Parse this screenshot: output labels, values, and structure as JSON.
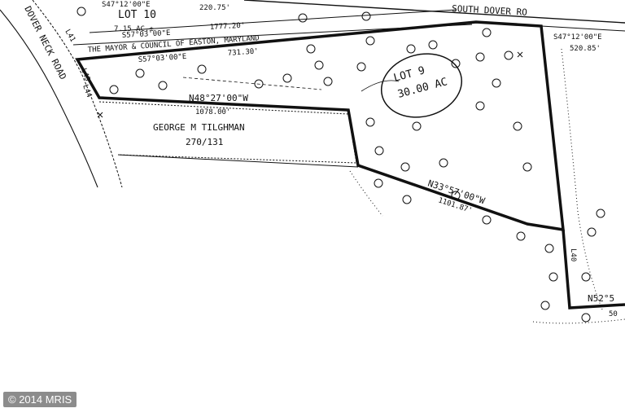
{
  "labels": {
    "road_south_dover": "SOUTH DOVER RO",
    "road_dover_neck": "DOVER NECK ROAD",
    "lot10_name": "LOT 10",
    "lot10_area": "7.15 AC.±",
    "lot9_name": "LOT 9",
    "lot9_area": "30.00 AC",
    "owner_tilghman": "GEORGE M TILGHMAN",
    "owner_tilghman_ref": "270/131",
    "owner_mayor": "THE MAYOR & COUNCIL OF EASTON, MARYLAND",
    "bearing_top_left": "S47°12'00\"E",
    "bearing_top_left_dist": "220.75'",
    "bearing_top_dist2": "1777.20'",
    "bearing_s57_a": "S57°03'00\"E",
    "bearing_s57_b": "S57°03'00\"E",
    "bearing_s57_dist": "731.30'",
    "bearing_n48": "N48°27'00\"W",
    "bearing_n48_dist": "1078.00'",
    "bearing_n33": "N33°57'00\"W",
    "bearing_n33_dist": "1101.87'",
    "bearing_right_top": "S47°12'00\"E",
    "bearing_right_dist": "520.85'",
    "bearing_bottom_right": "N52°5",
    "bearing_bottom_right_dist": "50",
    "line_l40": "L40",
    "line_l43": "L43",
    "line_l41": "L41",
    "line_l44": "L44",
    "copyright": "© 2014 MRIS"
  },
  "colors": {
    "ink": "#111111",
    "paper": "#ffffff",
    "badge_bg": "#7a7a7a"
  }
}
